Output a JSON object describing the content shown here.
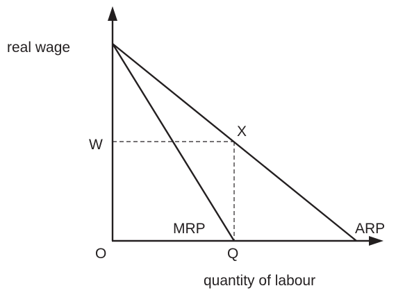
{
  "diagram": {
    "labels": {
      "y_axis": "real wage",
      "x_axis": "quantity of labour",
      "origin": "O",
      "wage_level": "W",
      "quantity_level": "Q",
      "point": "X",
      "mrp_curve": "MRP",
      "arp_curve": "ARP"
    },
    "colors": {
      "ink": "#231f20",
      "background": "#ffffff"
    }
  }
}
